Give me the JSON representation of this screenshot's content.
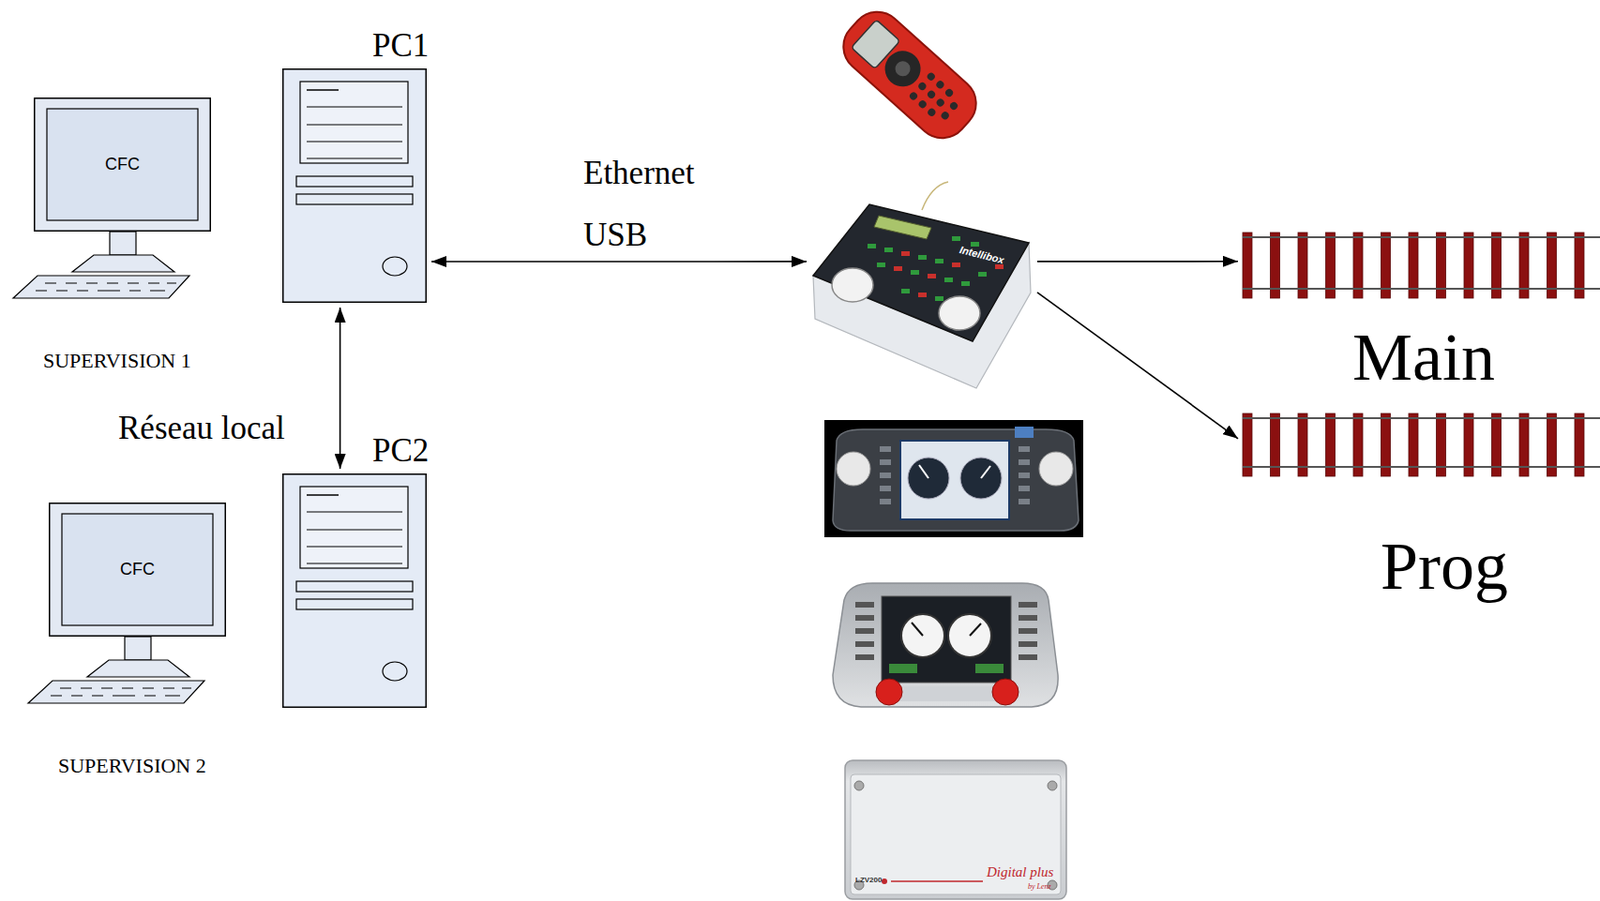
{
  "diagram": {
    "nodes": [
      {
        "text": [
          "PC1"
        ]
      },
      {
        "text": [
          "CFC"
        ]
      },
      {
        "text": [
          "Intellibox"
        ]
      },
      {
        "text": [
          "Main"
        ]
      },
      {
        "text": [
          "PC2"
        ]
      },
      {
        "text": [
          "CFC"
        ]
      },
      {
        "text": [
          "Prog"
        ]
      }
    ],
    "edges": [
      {
        "from": 0,
        "to": 4,
        "label": "Réseau local",
        "arrow": "both"
      },
      {
        "from": 0,
        "to": 2,
        "label": "Ethernet USB",
        "arrow": "both"
      },
      {
        "from": 2,
        "to": 3,
        "arrow": "to"
      },
      {
        "from": 2,
        "to": 6,
        "arrow": "to"
      }
    ],
    "labels": [
      "SUPERVISION 1",
      "SUPERVISION 2",
      "LZV200",
      "Digital plus",
      "by Lenz"
    ]
  }
}
